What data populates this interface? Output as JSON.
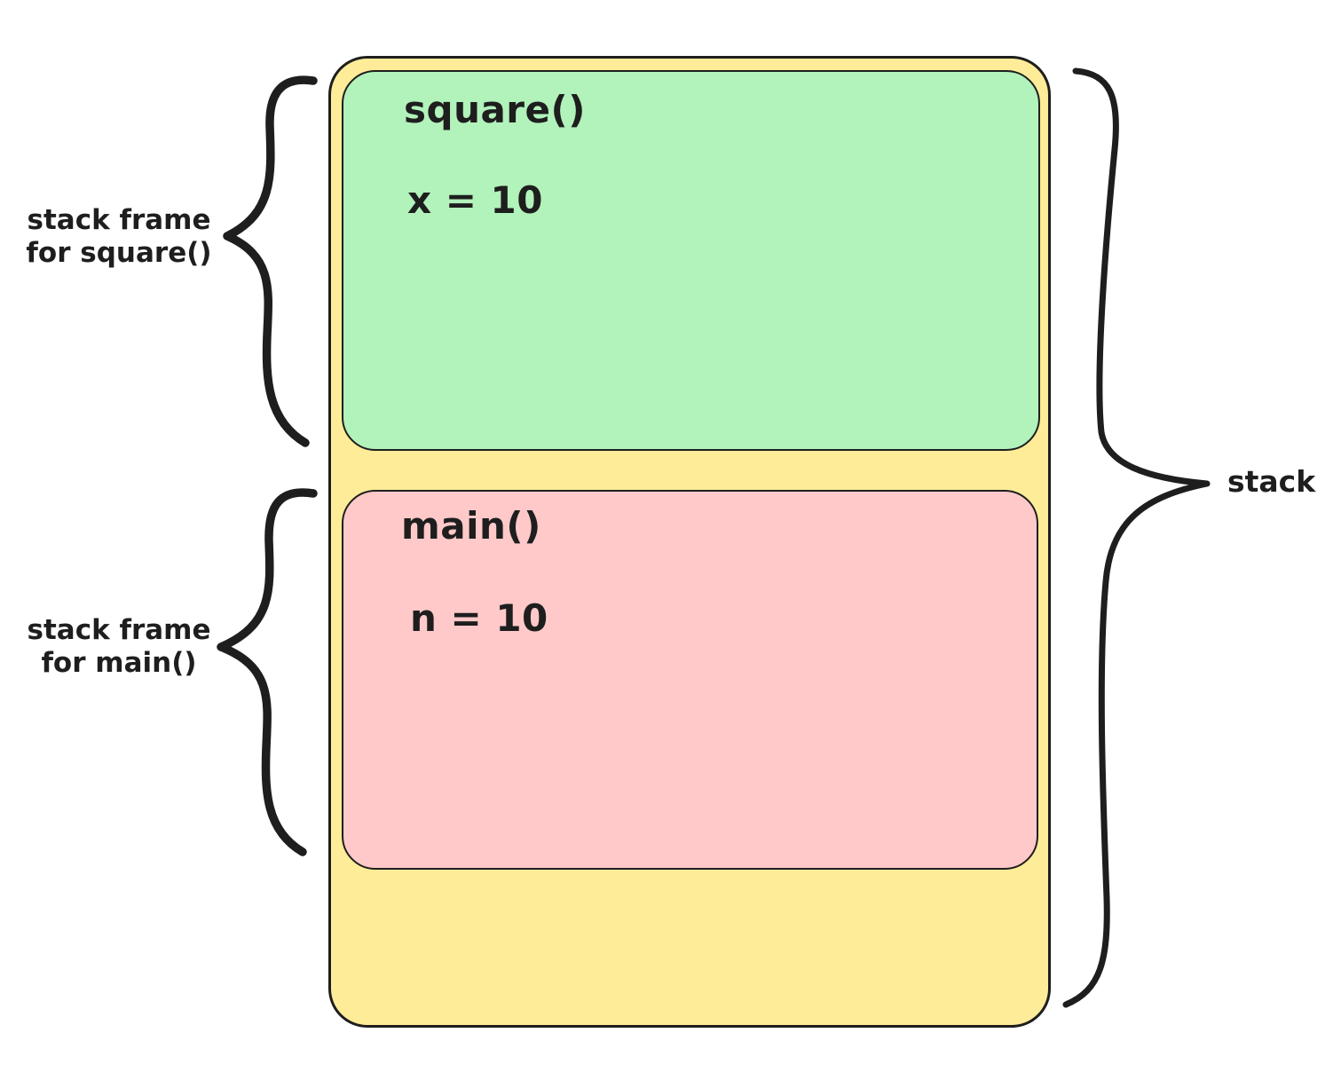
{
  "stack": {
    "label": "stack",
    "bg_color": "#ffec99",
    "stroke_color": "#1e1e1e",
    "frames": [
      {
        "id": "square",
        "title": "square()",
        "variable": "x = 10",
        "bg_color": "#b2f2bb",
        "annotation": {
          "line1": "stack frame",
          "line2": "for square()"
        }
      },
      {
        "id": "main",
        "title": "main()",
        "variable": "n = 10",
        "bg_color": "#ffc9c9",
        "annotation": {
          "line1": "stack frame",
          "line2": "for main()"
        }
      }
    ]
  }
}
